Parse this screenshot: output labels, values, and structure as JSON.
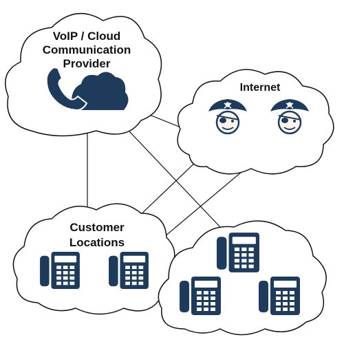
{
  "colors": {
    "icon": "#1f3b5c",
    "outline": "#111111",
    "background": "#ffffff",
    "face": "#fdf4ec"
  },
  "clouds": {
    "provider": {
      "title_lines": [
        "VoIP / Cloud",
        "Communication",
        "Provider"
      ],
      "icon": "phone-cloud-icon"
    },
    "internet": {
      "title": "Internet",
      "icons": [
        "pirate-icon",
        "pirate-icon"
      ]
    },
    "customer": {
      "title_lines": [
        "Customer",
        "Locations"
      ],
      "icons": [
        "desk-phone-icon",
        "desk-phone-icon"
      ]
    },
    "remote": {
      "icons": [
        "desk-phone-icon",
        "desk-phone-icon",
        "desk-phone-icon"
      ]
    }
  }
}
